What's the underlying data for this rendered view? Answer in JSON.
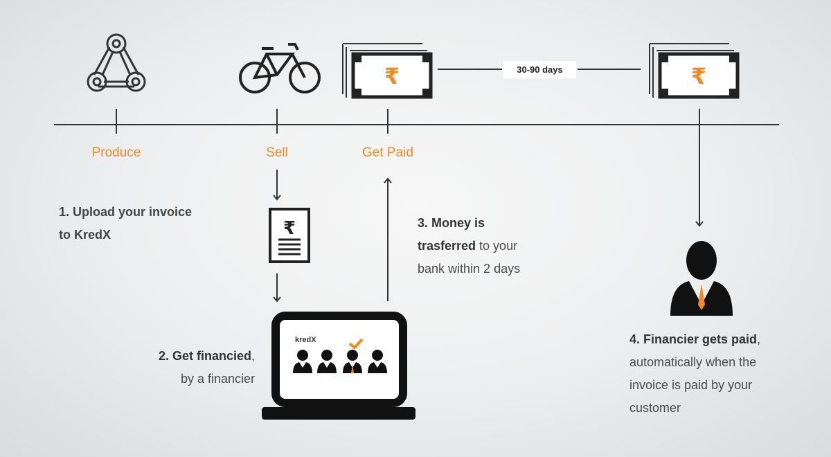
{
  "stages": {
    "produce": "Produce",
    "sell": "Sell",
    "get_paid": "Get Paid"
  },
  "duration_badge": "30-90 days",
  "laptop_logo": "kredX",
  "steps": {
    "step1": {
      "line1": "1. Upload your invoice",
      "line2": "to KredX"
    },
    "step2": {
      "bold": "2. Get financied",
      "rest": ",",
      "line2": "by a financier"
    },
    "step3": {
      "line1": "3. Money is",
      "bold2": "trasferred",
      "rest2": " to your",
      "line3": "bank within 2 days"
    },
    "step4": {
      "bold": "4. Financier gets paid",
      "rest": ",",
      "line2": "automatically when the",
      "line3": "invoice is paid by your",
      "line4": "customer"
    }
  },
  "colors": {
    "accent": "#f08a24",
    "ink": "#222222"
  }
}
